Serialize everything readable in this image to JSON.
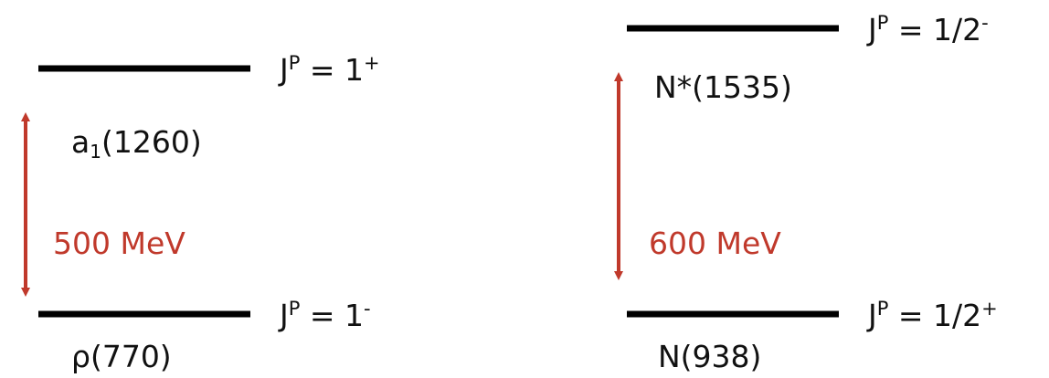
{
  "colors": {
    "level_line": "#000000",
    "arrow": "#c0392b",
    "text": "#111111"
  },
  "meson": {
    "upper": {
      "name_base": "a",
      "name_sub": "1",
      "name_rest": "(1260)",
      "jp_prefix": "J",
      "jp_p": "P",
      "jp_eq": " = 1",
      "jp_parity": "+"
    },
    "lower": {
      "name": "ρ(770)",
      "jp_prefix": "J",
      "jp_p": "P",
      "jp_eq": " = 1",
      "jp_parity": "-"
    },
    "gap_label": "500 MeV"
  },
  "baryon": {
    "upper": {
      "name": "N*(1535)",
      "jp_prefix": "J",
      "jp_p": "P",
      "jp_eq": " = 1/2",
      "jp_parity": "-"
    },
    "lower": {
      "name": "N(938)",
      "jp_prefix": "J",
      "jp_p": "P",
      "jp_eq": " = 1/2",
      "jp_parity": "+"
    },
    "gap_label": "600 MeV"
  }
}
